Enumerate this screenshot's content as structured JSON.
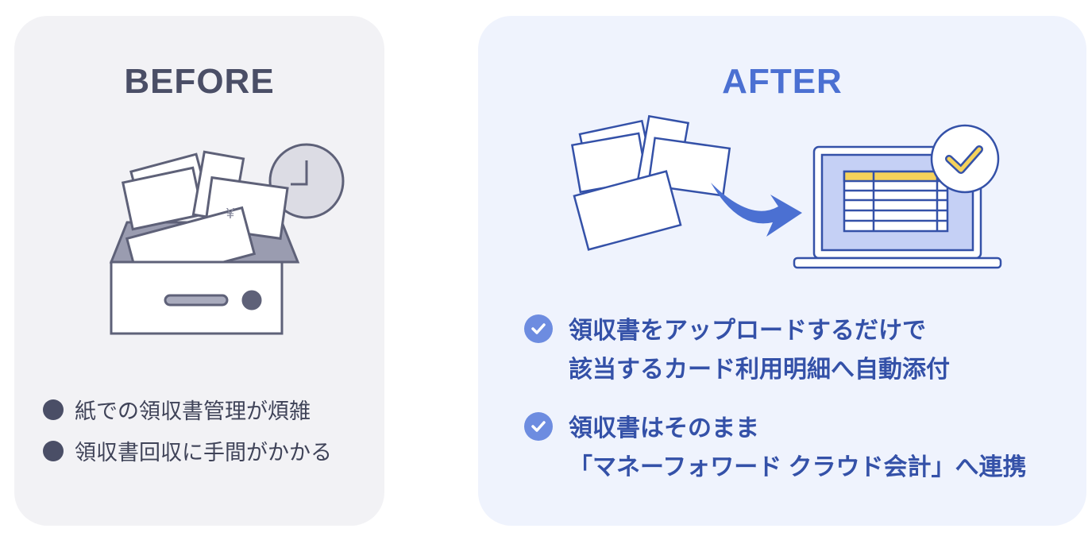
{
  "before": {
    "title": "BEFORE",
    "bullets": [
      "紙での領収書管理が煩雑",
      "領収書回収に手間がかかる"
    ]
  },
  "after": {
    "title": "AFTER",
    "points": [
      {
        "line1": "領収書をアップロードするだけで",
        "line2": "該当するカード利用明細へ自動添付"
      },
      {
        "line1": "領収書はそのまま",
        "line2": "「マネーフォワード クラウド会計」へ連携"
      }
    ]
  },
  "receipt_currency_symbol": "¥",
  "colors": {
    "before_accent": "#4a4e66",
    "after_accent": "#4b70d2",
    "after_text": "#3451a8",
    "check": "#6d8ce0",
    "highlight": "#f5d25a"
  }
}
